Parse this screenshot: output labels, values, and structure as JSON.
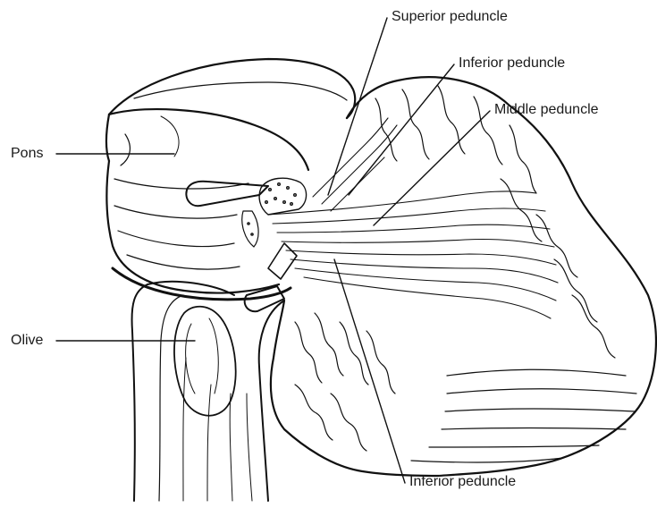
{
  "figure": {
    "labels": {
      "superior_peduncle": "Superior peduncle",
      "inferior_peduncle_top": "Inferior peduncle",
      "middle_peduncle": "Middle peduncle",
      "pons": "Pons",
      "olive": "Olive",
      "inferior_peduncle_bottom": "Inferior peduncle"
    },
    "colors": {
      "ink": "#111111",
      "background": "#ffffff"
    }
  }
}
